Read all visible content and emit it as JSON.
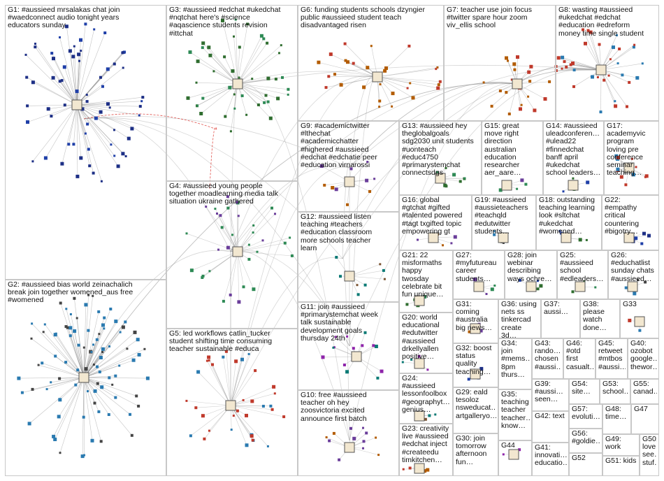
{
  "groups": [
    {
      "id": "G1",
      "label": "G1: #aussieed mrsalakas chat join\n#waedconnect audio tonight years\neducators sunday"
    },
    {
      "id": "G2",
      "label": "G2: #aussieed bias world zeinachalich\nbreak join together womened_aus free\n#womened"
    },
    {
      "id": "G3",
      "label": "G3: #aussieed #edchat #ukedchat\n#nqtchat here's #science\n#aqascience students revision\n#ittchat"
    },
    {
      "id": "G4",
      "label": "G4: #aussieed young people\ntogether moadlearning media talk\nsituation ukraine gathered"
    },
    {
      "id": "G5",
      "label": "G5: led workflows catlin_tucker\nstudent shifting time consuming\nteacher sustainable #educa"
    },
    {
      "id": "G6",
      "label": "G6: funding students schools dzyngier\npublic #aussieed student teach\ndisadvantaged risen"
    },
    {
      "id": "G7",
      "label": "G7: teacher use join focus\n#twitter spare hour zoom\nviv_ellis school"
    },
    {
      "id": "G8",
      "label": "G8: wasting #aussieed\n#ukedchat #edchat\n#education #edreform\nmoney time single student"
    },
    {
      "id": "G9",
      "label": "G9: #academictwitter\n#lthechat\n#academicchatter\n#highered #aussieed\n#edchat #edchatie peer\n#education virnarossi"
    },
    {
      "id": "G10",
      "label": "G10: free #aussieed\nteacher oh hey\nzoosvictoria excited\nannounce first batch"
    },
    {
      "id": "G11",
      "label": "G11: join #aussieed\n#primarystemchat week\ntalk sustainable\ndevelopment goals\nthursday 24th"
    },
    {
      "id": "G12",
      "label": "G12: #aussieed listen\nteaching #teachers\n#education classroom\nmore schools teacher\nlearn"
    },
    {
      "id": "G13",
      "label": "G13: #aussieed hey\ntheglobalgoals\nsdg2030 unit students\n#uonteach\n#educ4750\n#primarystemchat\nconnectsdgs"
    },
    {
      "id": "G14",
      "label": "G14: #aussieed\nuleadconferen…\n#ulead22\n#finnedchat\nbanff april\n#ukedchat\nschool leaders…"
    },
    {
      "id": "G15",
      "label": "G15: great\nmove right\ndirection\naustralian\neducation\nresearcher\naer_aare…"
    },
    {
      "id": "G16",
      "label": "G16: global\n#gtchat #gifted\n#talented powered\n#tagt txgifted topic\nempowering gt"
    },
    {
      "id": "G17",
      "label": "G17:\nacademyvic\nprogram\nloving pre\nconference\nseminar\nteaching…"
    },
    {
      "id": "G18",
      "label": "G18: outstanding\nteaching learning\nlook #sltchat\n#ukedchat\n#womened…"
    },
    {
      "id": "G19",
      "label": "G19: #aussieed\n#aussieteachers\n#teachqld\n#edutwitter\nstudents…"
    },
    {
      "id": "G20",
      "label": "G20: world\neducational\n#edutwitter\n#aussieed\ndrkellyallen\npositive…"
    },
    {
      "id": "G21",
      "label": "G21: 22\nmisformaths\nhappy\ntwosday\ncelebrate bit\nfun unique…"
    },
    {
      "id": "G22",
      "label": "G22:\n#empathy\ncritical\ncountering\n#bigotry…"
    },
    {
      "id": "G23",
      "label": "G23: creativity\nlive #aussieed\n#edchat inject\n#createedu\ntimkitchen…"
    },
    {
      "id": "G24",
      "label": "G24:\n#aussieed\nlessonfoolbox\n#geographyt…\ngenius…"
    },
    {
      "id": "G25",
      "label": "G25:\n#aussieed\nschool\n#edleaders…"
    },
    {
      "id": "G26",
      "label": "G26:\n#educhatlist\nsunday chats\n#aussieed…"
    },
    {
      "id": "G27",
      "label": "G27:\n#myfutureau\ncareer\nstudents…"
    },
    {
      "id": "G28",
      "label": "G28: join\nwebinar\ndescribing\nways ochre…"
    },
    {
      "id": "G29",
      "label": "G29: eald\ntesoloz\nnsweducat…\nartgalleryo…"
    },
    {
      "id": "G30",
      "label": "G30: join\ntomorrow\nafternoon\nfun…"
    },
    {
      "id": "G31",
      "label": "G31:\ncoming\n#australia\nbig news…"
    },
    {
      "id": "G32",
      "label": "G32: boost\nstatus\nquality\nteaching…"
    },
    {
      "id": "G33",
      "label": "G33"
    },
    {
      "id": "G34",
      "label": "G34:\njoin\n#mems…\n8pm\nthurs…"
    },
    {
      "id": "G35",
      "label": "G35:\nteaching\nteacher\nteacher…\nknow…"
    },
    {
      "id": "G36",
      "label": "G36: using\nnets ss\ntinkercad\ncreate 3d…"
    },
    {
      "id": "G37",
      "label": "G37:\naussi…"
    },
    {
      "id": "G38",
      "label": "G38:\nplease\nwatch\ndone…"
    },
    {
      "id": "G39",
      "label": "G39:\n#aussi…\nseen…"
    },
    {
      "id": "G40",
      "label": "G40:\nozobot\ngoogle…\nthewor…"
    },
    {
      "id": "G41",
      "label": "G41:\ninnovati…\neducatio…"
    },
    {
      "id": "G42",
      "label": "G42: text"
    },
    {
      "id": "G43",
      "label": "G43:\nrando…\nchosen\n#aussi…"
    },
    {
      "id": "G44",
      "label": "G44"
    },
    {
      "id": "G45",
      "label": "G45:\nretweet\n#mtbos\n#aussi…"
    },
    {
      "id": "G46",
      "label": "G46:\n#otd\nfirst\ncasualt…"
    },
    {
      "id": "G47",
      "label": "G47"
    },
    {
      "id": "G48",
      "label": "G48:\ntime…"
    },
    {
      "id": "G49",
      "label": "G49:\nwork"
    },
    {
      "id": "G50",
      "label": "G50:\nlove\nsee…\nstuf…"
    },
    {
      "id": "G51",
      "label": "G51: kids"
    },
    {
      "id": "G52",
      "label": "G52"
    },
    {
      "id": "G53",
      "label": "G53:\nschool…"
    },
    {
      "id": "G54",
      "label": "G54:\nsite…"
    },
    {
      "id": "G55",
      "label": "G55:\ncanad…"
    },
    {
      "id": "G56",
      "label": "G56:\n#goldie…"
    },
    {
      "id": "G57",
      "label": "G57:\nevoluti…"
    }
  ],
  "colors": {
    "box_border": "#c8c8c8",
    "edge": "#8a8a8a",
    "edge_highlight": "#d8261f",
    "node_palette": [
      "#1d2f86",
      "#1f3fa8",
      "#2f6d2f",
      "#2e8a55",
      "#6a3d9a",
      "#b35c00",
      "#c0392b",
      "#2a7ab0",
      "#444444",
      "#8e24aa",
      "#0b7a75",
      "#7a5230"
    ]
  }
}
